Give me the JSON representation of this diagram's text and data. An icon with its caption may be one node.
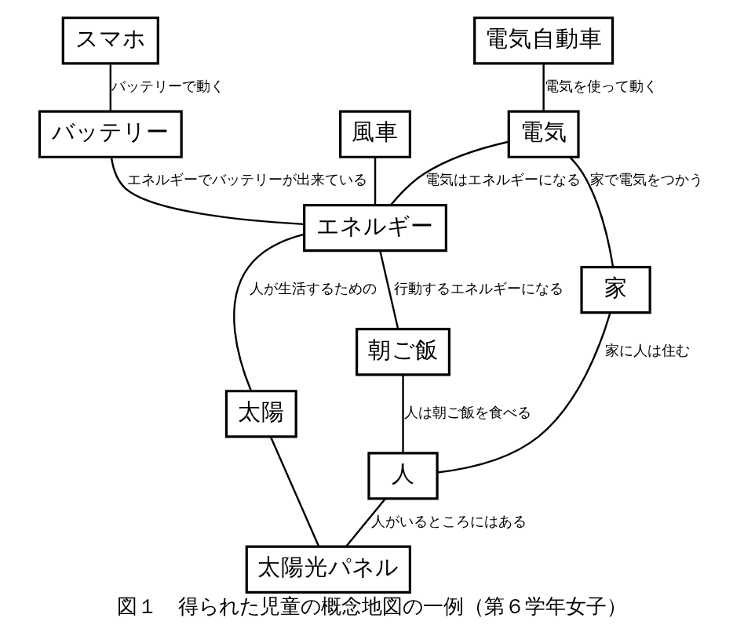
{
  "diagram": {
    "caption": "図１　得られた児童の概念地図の一例（第６学年女子）",
    "nodes": [
      {
        "text": [
          "スマホ"
        ]
      },
      {
        "text": [
          "バッテリー"
        ]
      },
      {
        "text": [
          "電気自動車"
        ]
      },
      {
        "text": [
          "風車"
        ]
      },
      {
        "text": [
          "電気"
        ]
      },
      {
        "text": [
          "エネルギー"
        ]
      },
      {
        "text": [
          "太陽"
        ]
      },
      {
        "text": [
          "太陽光パネル"
        ]
      },
      {
        "text": [
          "家"
        ]
      },
      {
        "text": [
          "朝ご飯"
        ]
      },
      {
        "text": [
          "人"
        ]
      }
    ],
    "edges": [
      {
        "from": 0,
        "to": 1,
        "arrow": "none",
        "label": "バッテリーで動く"
      },
      {
        "from": 1,
        "to": 5,
        "arrow": "none",
        "label": "エネルギーでバッテリーが出来ている"
      },
      {
        "from": 2,
        "to": 4,
        "arrow": "none",
        "label": "電気を使って動く"
      },
      {
        "from": 3,
        "to": 5,
        "arrow": "none"
      },
      {
        "from": 4,
        "to": 5,
        "arrow": "none",
        "label": "電気はエネルギーになる"
      },
      {
        "from": 5,
        "to": 6,
        "arrow": "none",
        "label": "人が生活するための"
      },
      {
        "from": 6,
        "to": 7,
        "arrow": "none"
      },
      {
        "from": 4,
        "to": 8,
        "arrow": "none",
        "label": "家で電気をつかう"
      },
      {
        "from": 5,
        "to": 9,
        "arrow": "none",
        "label": "行動するエネルギーになる"
      },
      {
        "from": 8,
        "to": 10,
        "arrow": "none",
        "label": "家に人は住む"
      },
      {
        "from": 9,
        "to": 10,
        "arrow": "none",
        "label": "人は朝ご飯を食べる"
      },
      {
        "from": 10,
        "to": 7,
        "arrow": "none",
        "label": "人がいるところにはある"
      }
    ]
  }
}
